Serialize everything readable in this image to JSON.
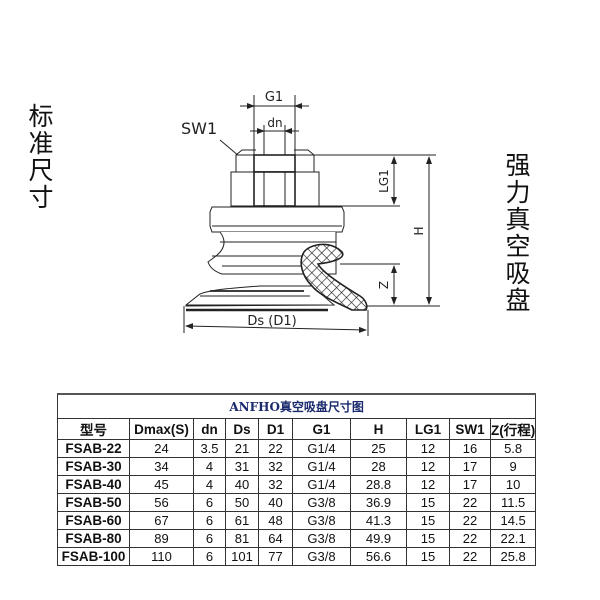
{
  "side_labels": {
    "left": "标准尺寸",
    "right": "强力真空吸盘"
  },
  "drawing": {
    "labels": {
      "g1": "G1",
      "dn": "dn",
      "sw1": "SW1",
      "lg1": "LG1",
      "h": "H",
      "z": "Z",
      "ds_d1": "Ds (D1)"
    }
  },
  "table": {
    "title": "ANFHO真空吸盘尺寸图",
    "columns": [
      "型号",
      "Dmax(S)",
      "dn",
      "Ds",
      "D1",
      "G1",
      "H",
      "LG1",
      "SW1",
      "Z(行程)"
    ],
    "rows": [
      [
        "FSAB-22",
        "24",
        "3.5",
        "21",
        "22",
        "G1/4",
        "25",
        "12",
        "16",
        "5.8"
      ],
      [
        "FSAB-30",
        "34",
        "4",
        "31",
        "32",
        "G1/4",
        "28",
        "12",
        "17",
        "9"
      ],
      [
        "FSAB-40",
        "45",
        "4",
        "40",
        "32",
        "G1/4",
        "28.8",
        "12",
        "17",
        "10"
      ],
      [
        "FSAB-50",
        "56",
        "6",
        "50",
        "40",
        "G3/8",
        "36.9",
        "15",
        "22",
        "11.5"
      ],
      [
        "FSAB-60",
        "67",
        "6",
        "61",
        "48",
        "G3/8",
        "41.3",
        "15",
        "22",
        "14.5"
      ],
      [
        "FSAB-80",
        "89",
        "6",
        "81",
        "64",
        "G3/8",
        "49.9",
        "15",
        "22",
        "22.1"
      ],
      [
        "FSAB-100",
        "110",
        "6",
        "101",
        "77",
        "G3/8",
        "56.6",
        "15",
        "22",
        "25.8"
      ]
    ]
  }
}
